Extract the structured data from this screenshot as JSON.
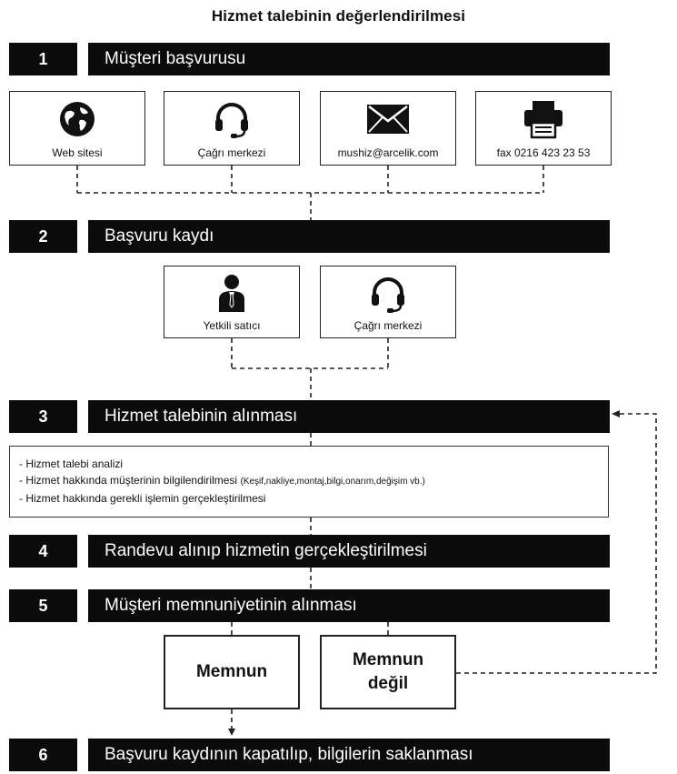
{
  "title": "Hizmet talebinin değerlendirilmesi",
  "steps": [
    {
      "num": "1",
      "label": "Müşteri başvurusu"
    },
    {
      "num": "2",
      "label": "Başvuru kaydı"
    },
    {
      "num": "3",
      "label": "Hizmet talebinin alınması"
    },
    {
      "num": "4",
      "label": "Randevu alınıp hizmetin gerçekleştirilmesi"
    },
    {
      "num": "5",
      "label": "Müşteri memnuniyetinin alınması"
    },
    {
      "num": "6",
      "label": "Başvuru kaydının kapatılıp, bilgilerin saklanması"
    }
  ],
  "channels": [
    {
      "label": "Web sitesi",
      "icon": "globe-icon"
    },
    {
      "label": "Çağrı merkezi",
      "icon": "headset-icon"
    },
    {
      "label": "mushiz@arcelik.com",
      "icon": "envelope-icon"
    },
    {
      "label": "fax 0216 423 23 53",
      "icon": "fax-icon"
    }
  ],
  "registration": [
    {
      "label": "Yetkili satıcı",
      "icon": "person-icon"
    },
    {
      "label": "Çağrı merkezi",
      "icon": "headset-icon"
    }
  ],
  "service_notes": [
    {
      "text": "- Hizmet talebi analizi",
      "detail": ""
    },
    {
      "text": "- Hizmet hakkında müşterinin bilgilendirilmesi",
      "detail": "(Keşif,nakliye,montaj,bilgi,onarım,değişim vb.)"
    },
    {
      "text": "- Hizmet hakkında gerekli işlemin gerçekleştirilmesi",
      "detail": ""
    }
  ],
  "results": {
    "satisfied": "Memnun",
    "not_satisfied_line1": "Memnun",
    "not_satisfied_line2": "değil"
  }
}
